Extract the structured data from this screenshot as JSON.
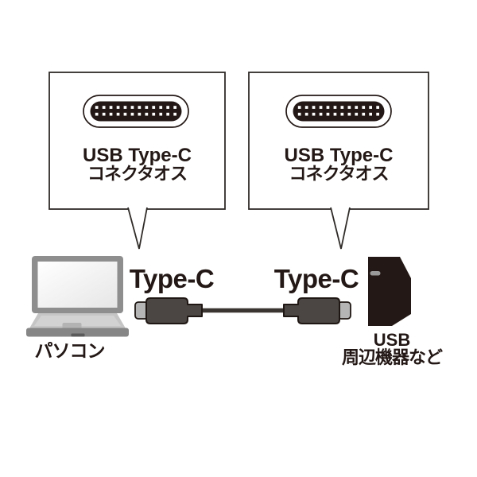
{
  "callout_left": {
    "line1": "USB Type-C",
    "line2": "コネクタオス"
  },
  "callout_right": {
    "line1": "USB Type-C",
    "line2": "コネクタオス"
  },
  "cable": {
    "left_plug_label": "Type-C",
    "right_plug_label": "Type-C"
  },
  "computer_label": "パソコン",
  "device_label": {
    "line1": "USB",
    "line2": "周辺機器など"
  },
  "icons": {
    "usb_c_face": "usb-c-connector-face-icon",
    "laptop": "laptop-icon",
    "cable": "usb-c-cable-icon",
    "peripheral": "usb-peripheral-device-icon"
  },
  "colors": {
    "ink": "#231815",
    "outline": "#2f2b28",
    "connector": "#4b4643",
    "metal": "#b5b5b5",
    "cable_line": "#3a3531",
    "bezel": "#8e8e8e",
    "screen": "#f7f7f7",
    "deck": "#c5c5c5",
    "deck_inner": "#d2d2d2",
    "base_bar": "#868686",
    "touchpad": "#b3b3b3",
    "notch": "#5a5a5a",
    "slot": "#9a9a9a"
  }
}
